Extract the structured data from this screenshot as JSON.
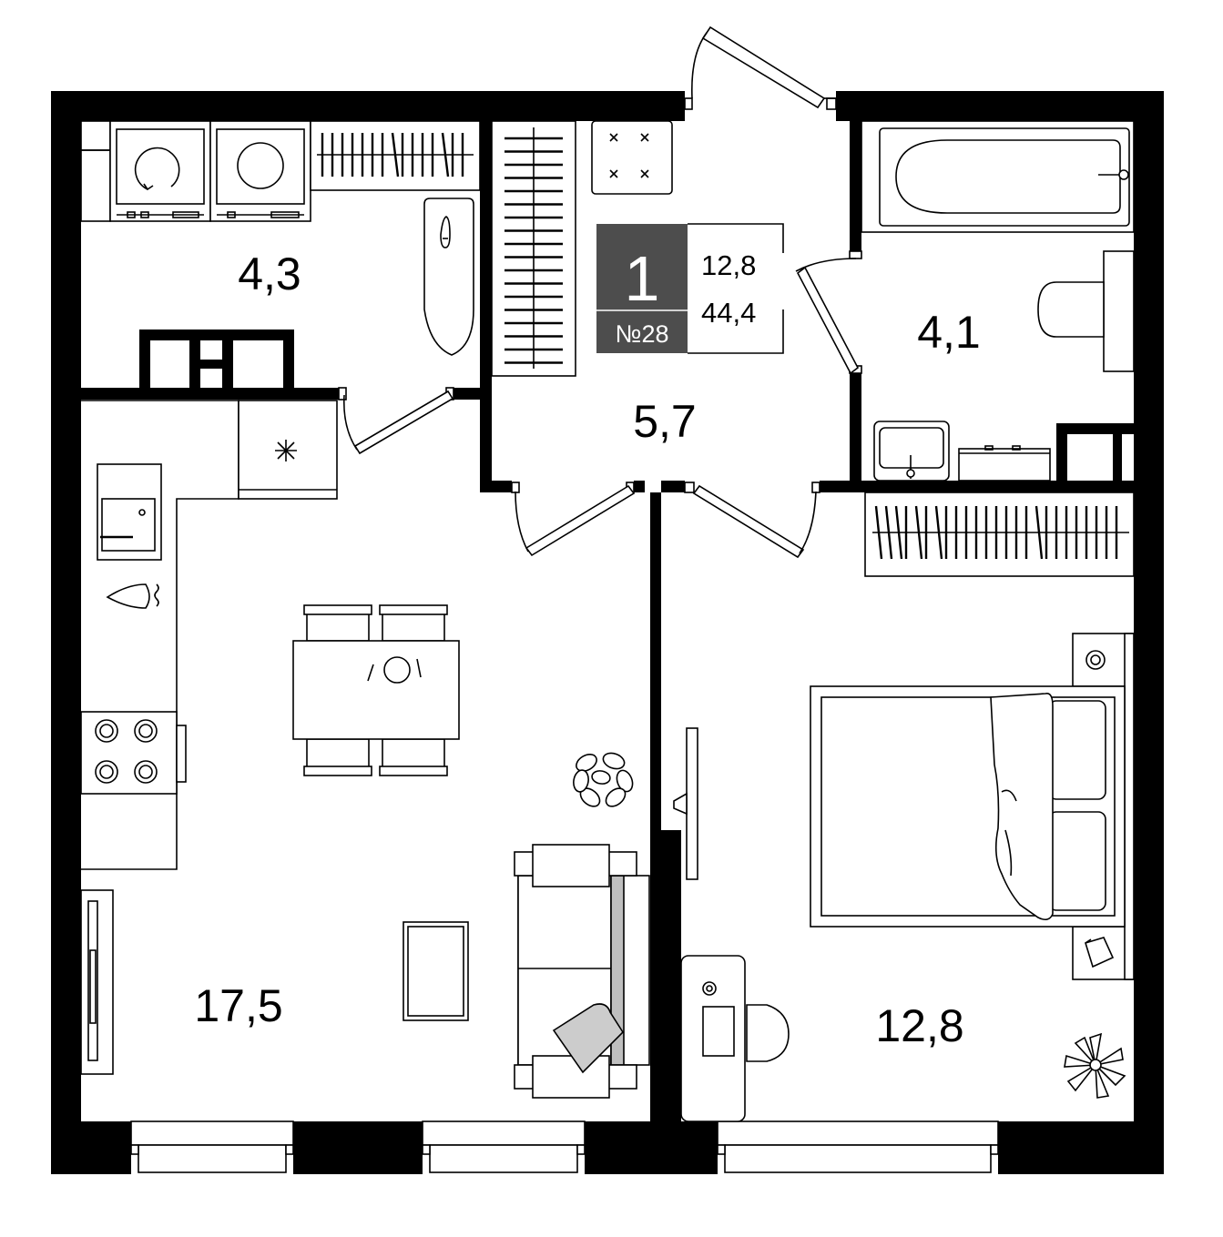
{
  "apartment": {
    "rooms": "1",
    "number": "№28",
    "living_area": "12,8",
    "total_area": "44,4",
    "badge_color": "#4d4d4d"
  },
  "room_areas": {
    "laundry": "4,3",
    "hallway": "5,7",
    "bathroom": "4,1",
    "kitchen_living": "17,5",
    "bedroom": "12,8"
  },
  "colors": {
    "walls": "#000000",
    "background": "#ffffff",
    "accent_gray": "#bfbfbf",
    "pillow_gray": "#cccccc"
  },
  "icons": [
    "washing-machine-icon",
    "dryer-icon",
    "iron-icon",
    "stove-icon",
    "sink-icon",
    "fridge-icon",
    "plant-icon",
    "bathtub-icon",
    "toilet-icon",
    "bed-icon",
    "desk-icon",
    "sofa-icon",
    "dining-table-icon"
  ]
}
